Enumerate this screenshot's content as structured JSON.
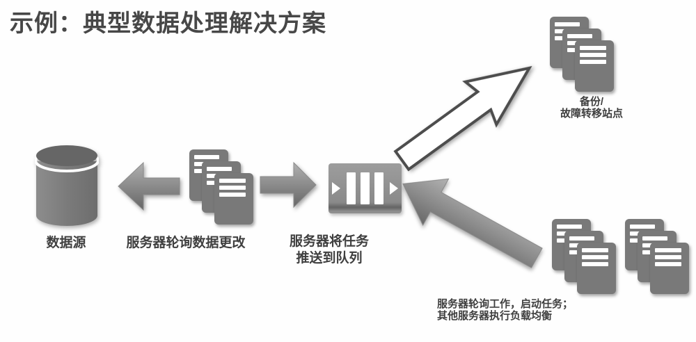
{
  "title": "示例：典型数据处理解决方案",
  "nodes": {
    "data_source": {
      "label": "数据源",
      "icon": "database-cylinder-icon"
    },
    "polling_servers": {
      "label": "服务器轮询数据更改",
      "icon": "document-stack-icon"
    },
    "queue": {
      "label_line1": "服务器将任务",
      "label_line2": "推送到队列",
      "icon": "queue-icon"
    },
    "backup_site": {
      "label_line1": "备份/",
      "label_line2": "故障转移站点",
      "icon": "document-stack-icon"
    },
    "worker_servers": {
      "caption_line1": "服务器轮询工作，启动任务；",
      "caption_line2": "其他服务器执行负载均衡",
      "icon": "document-stack-icon"
    }
  },
  "colors": {
    "title_text": "#474747",
    "label_text": "#3f3f3f",
    "shape_gray": "#797979",
    "arrow_gradient_light": "#b0b0b0",
    "arrow_gradient_dark": "#666666",
    "outline_arrow_stroke": "#4d4d4d",
    "background": "#fefefe"
  }
}
